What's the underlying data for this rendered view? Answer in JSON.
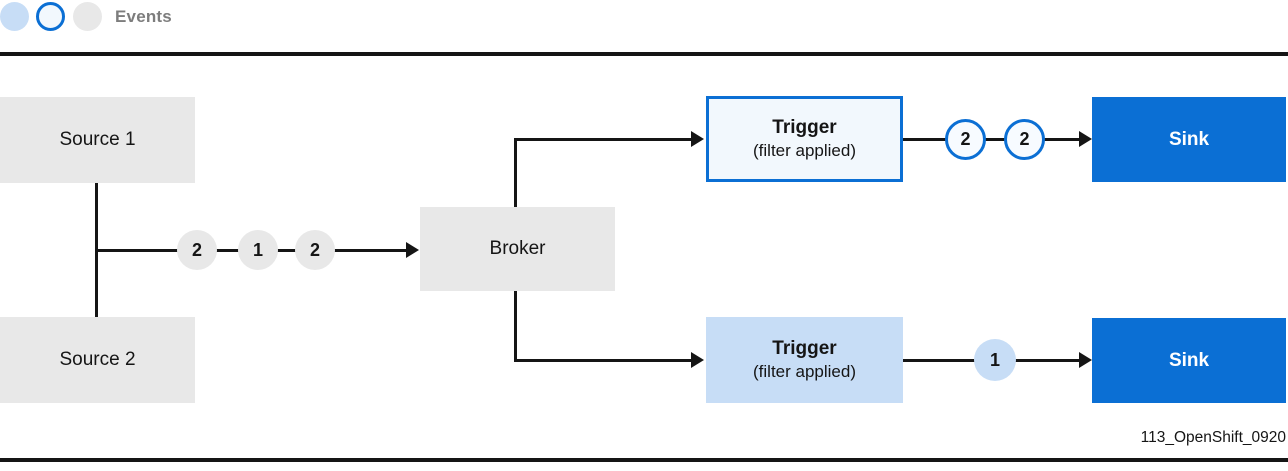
{
  "figure": {
    "legend_title": "Events",
    "caption": "113_OpenShift_0920"
  },
  "legend_icons": [
    "blue-event-circle",
    "outlined-event-circle",
    "gray-event-circle"
  ],
  "nodes": {
    "source1": {
      "label": "Source 1"
    },
    "source2": {
      "label": "Source 2"
    },
    "broker": {
      "label": "Broker"
    },
    "trigger1": {
      "title": "Trigger",
      "subtitle": "(filter applied)"
    },
    "trigger2": {
      "title": "Trigger",
      "subtitle": "(filter applied)"
    },
    "sink_top": {
      "label": "Sink"
    },
    "sink_bottom": {
      "label": "Sink"
    }
  },
  "event_badges": {
    "source_to_broker": [
      "2",
      "1",
      "2"
    ],
    "trigger1_to_sink": [
      "2",
      "2"
    ],
    "trigger2_to_sink": [
      "1"
    ]
  },
  "colors": {
    "accent_blue": "#0b6fd4",
    "light_blue": "#c7ddf6",
    "pale_blue": "#f2f8fd",
    "box_gray": "#e8e8e8",
    "ink": "#151515",
    "legend_title_gray": "#7d7d7d"
  }
}
